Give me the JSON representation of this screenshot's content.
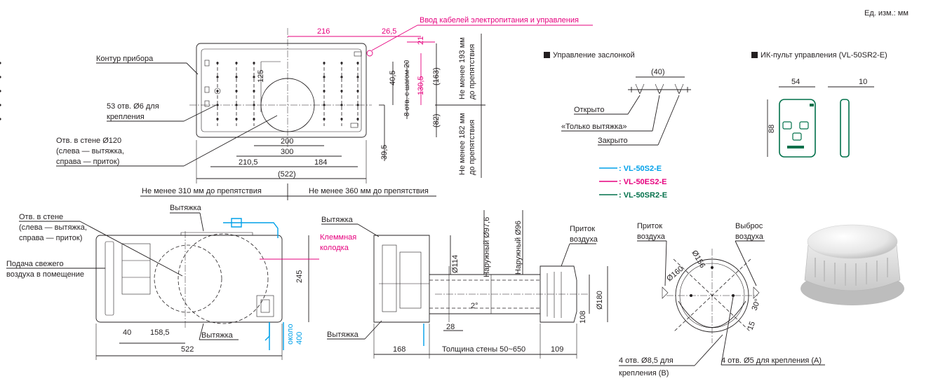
{
  "units": "Ед. изм.: мм",
  "top_view": {
    "cable_entry": "Ввод кабелей электропитания и управления",
    "outline_label": "Контур прибора",
    "holes_label_1": "53 отв. Ø6 для",
    "holes_label_2": "крепления",
    "wall_hole_1": "Отв. в стене Ø120",
    "wall_hole_2": "(слева — вытяжка,",
    "wall_hole_3": "справа — приток)",
    "dim_216": "216",
    "dim_26_5": "26,5",
    "dim_21": "21",
    "dim_125": "125",
    "dim_40_5": "40,5",
    "dim_130_5": "130,5",
    "dim_163": "(163)",
    "dim_82": "(82)",
    "dim_39_5": "39,5",
    "dim_8holes": "8 отв. с шагом 20",
    "dim_200": "200",
    "dim_300": "300",
    "dim_210_5": "210,5",
    "dim_184": "184",
    "dim_522": "(522)",
    "clear_193_1": "Не менее 193 мм",
    "clear_193_2": "до препятствия",
    "clear_182_1": "Не менее 182 мм",
    "clear_182_2": "до препятствия",
    "clear_310": "Не менее 310 мм до препятствия",
    "clear_360": "Не менее 360 мм до препятствия"
  },
  "damper": {
    "title": "Управление заслонкой",
    "dim_40": "(40)",
    "open": "Открыто",
    "exhaust_only": "«Только вытяжка»",
    "closed": "Закрыто"
  },
  "remote": {
    "title": "ИК-пульт управления (VL-50SR2-E)",
    "dim_54": "54",
    "dim_10": "10",
    "dim_88": "88"
  },
  "legend": [
    {
      "label": ": VL-50S2-E",
      "color": "#00a0e9"
    },
    {
      "label": ": VL-50ES2-E",
      "color": "#e6007e"
    },
    {
      "label": ": VL-50SR2-E",
      "color": "#00704a"
    }
  ],
  "front_view": {
    "wall_hole_1": "Отв. в стене",
    "wall_hole_2": "(слева — вытяжка,",
    "wall_hole_3": "справа — приток)",
    "exhaust_top": "Вытяжка",
    "fresh_1": "Подача свежего",
    "fresh_2": "воздуха в помещение",
    "exhaust_bottom": "Вытяжка",
    "dim_245": "245",
    "dim_40": "40",
    "dim_158_5": "158,5",
    "dim_522": "522",
    "about": "около",
    "dim_400": "400"
  },
  "side_view": {
    "exhaust_top": "Вытяжка",
    "terminal_1": "Клеммная",
    "terminal_2": "колодка",
    "exhaust_bottom": "Вытяжка",
    "outer_97_6": "Наружный Ø97,6",
    "outer_96": "Наружный Ø96",
    "dim_114": "Ø114",
    "intake_1": "Приток",
    "intake_2": "воздуха",
    "dim_2deg": "2°",
    "dim_28": "28",
    "dim_108": "108",
    "dim_180": "Ø180",
    "dim_168": "168",
    "wall_thickness": "Толщина стены 50~650",
    "dim_109": "109"
  },
  "hood_view": {
    "intake_1": "Приток",
    "intake_2": "воздуха",
    "outlet_1": "Выброс",
    "outlet_2": "воздуха",
    "dim_156": "Ø156",
    "dim_160": "Ø160",
    "dim_30deg": "30°",
    "dim_15": "15",
    "holes_b_1": "4 отв. Ø8,5 для",
    "holes_b_2": "крепления (B)",
    "holes_a": "4 отв. Ø5 для крепления (A)"
  }
}
